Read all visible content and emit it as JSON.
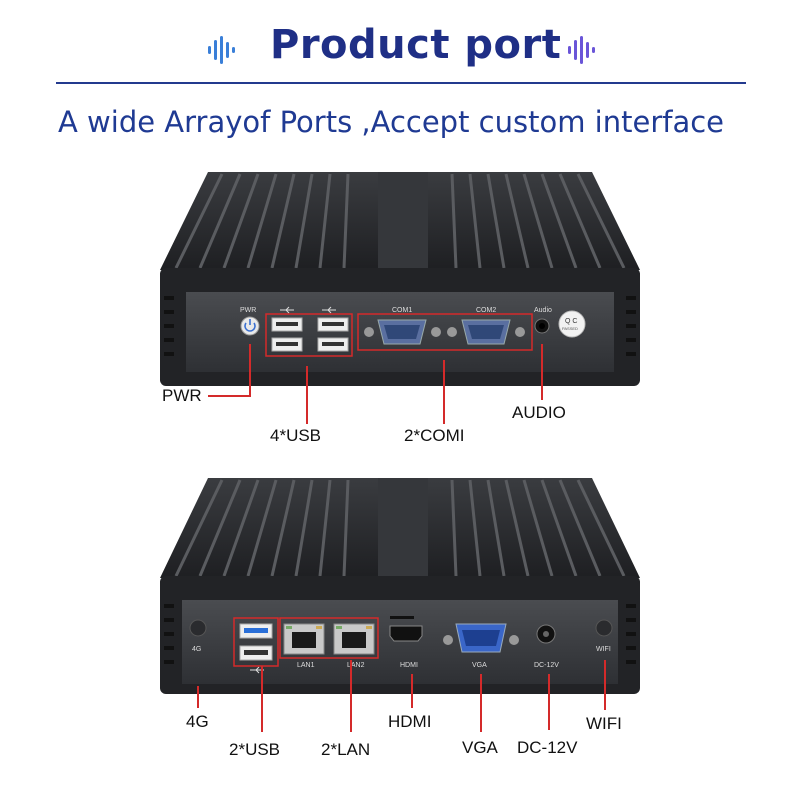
{
  "header": {
    "title": "Product port",
    "subtitle": "A wide Arrayof Ports ,Accept custom interface",
    "accent_color": "#1f2f86",
    "left_icon": "soundwave-icon",
    "right_icon": "soundwave-icon"
  },
  "front_panel": {
    "printed": {
      "pwr": "PWR",
      "com1": "COM1",
      "com2": "COM2",
      "audio": "Audio",
      "qc_top": "Q C",
      "qc_bottom": "PASSED"
    },
    "callouts": {
      "pwr": "PWR",
      "usb": "4*USB",
      "com": "2*COMI",
      "audio": "AUDIO"
    }
  },
  "rear_panel": {
    "printed": {
      "lan1": "LAN1",
      "lan2": "LAN2",
      "hdmi": "HDMI",
      "vga": "VGA",
      "dc": "DC-12V",
      "g4": "4G",
      "wifi": "WIFI"
    },
    "callouts": {
      "g4": "4G",
      "usb": "2*USB",
      "lan": "2*LAN",
      "hdmi": "HDMI",
      "vga": "VGA",
      "dc": "DC-12V",
      "wifi": "WIFI"
    }
  },
  "callout_color": "#d42a2a"
}
